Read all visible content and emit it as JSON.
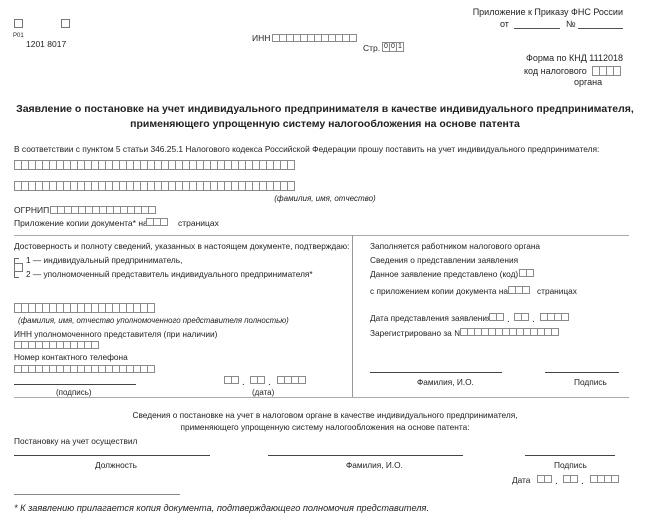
{
  "header": {
    "attachment_line": "Приложение к Приказу ФНС России",
    "from_label": "от",
    "number_label": "№",
    "code": "P01",
    "barcode_number": "1201 8017",
    "inn_label": "ИНН",
    "page_label": "Стр.",
    "page_number": [
      "0",
      "0",
      "1"
    ],
    "form_line": "Форма по КНД 1112018",
    "tax_code_label": "код налогового",
    "tax_code_label_2": "органа"
  },
  "title": {
    "line1": "Заявление о постановке на учет индивидуального предпринимателя в качестве индивидуального предпринимателя,",
    "line2": "применяющего упрощенную систему налогообложения на основе патента"
  },
  "intro": "В соответствии с пунктом 5 статьи 346.25.1 Налогового кодекса Российской Федерации прошу поставить на учет индивидуального предпринимателя:",
  "fio_caption": "(фамилия, имя, отчество)",
  "ogrnip_label": "ОГРНИП",
  "attachment": {
    "prefix": "Приложение копии документа* на",
    "suffix": "страницах"
  },
  "left_section": {
    "confirm_text": "Достоверность и полноту сведений, указанных в настоящем документе, подтверждаю:",
    "option1": "1 — индивидуальный предприниматель,",
    "option2": "2 — уполномоченный представитель индивидуального предпринимателя*",
    "rep_caption": "(фамилия, имя, отчество уполномоченного представителя полностью)",
    "rep_inn_label": "ИНН уполномоченного представителя (при наличии)",
    "phone_label": "Номер контактного телефона",
    "signature_caption": "(подпись)",
    "date_caption": "(дата)"
  },
  "right_section": {
    "heading": "Заполняется работником налогового органа",
    "submission_info": "Сведения о представлении заявления",
    "submitted_code": "Данное заявление представлено (код)",
    "with_copy_prefix": "с приложением копии документа на",
    "with_copy_suffix": "страницах",
    "submission_date": "Дата представления заявления",
    "registered_label": "Зарегистрировано за №",
    "name_caption": "Фамилия, И.О.",
    "signature_caption": "Подпись"
  },
  "footer": {
    "info_line1": "Сведения о постановке на учет в налоговом органе в качестве  индивидуального предпринимателя,",
    "info_line2": "применяющего упрощенную систему налогообложения на основе патента:",
    "registered_by": "Постановку на учет осуществил",
    "position_caption": "Должность",
    "name_caption": "Фамилия, И.О.",
    "signature_caption": "Подпись",
    "date_label": "Дата",
    "footnote": "* К заявлению прилагается копия документа, подтверждающего полномочия представителя."
  }
}
